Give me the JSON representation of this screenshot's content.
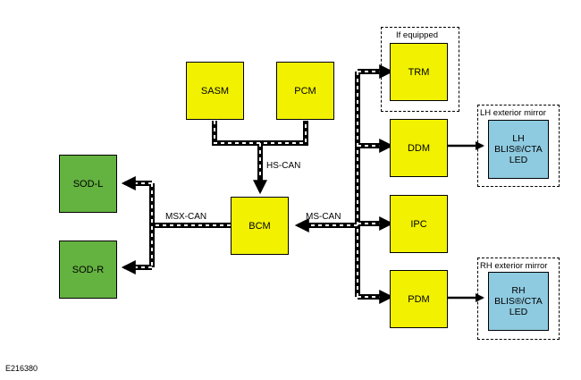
{
  "figure_id": "E216380",
  "modules": {
    "sasm": "SASM",
    "pcm": "PCM",
    "bcm": "BCM",
    "sod_l": "SOD-L",
    "sod_r": "SOD-R",
    "trm": "TRM",
    "ddm": "DDM",
    "ipc": "IPC",
    "pdm": "PDM",
    "lh_blis": "LH BLIS®/CTA LED",
    "rh_blis": "RH BLIS®/CTA LED"
  },
  "buses": {
    "hs_can": "HS-CAN",
    "msx_can": "MSX-CAN",
    "ms_can": "MS-CAN"
  },
  "groups": {
    "if_equipped": "If equipped",
    "lh_mirror": "LH exterior mirror",
    "rh_mirror": "RH exterior mirror"
  },
  "colors": {
    "module_yellow": "#f2f200",
    "module_green": "#64b240",
    "led_blue": "#8ecae0",
    "bus_line": "#000000"
  }
}
